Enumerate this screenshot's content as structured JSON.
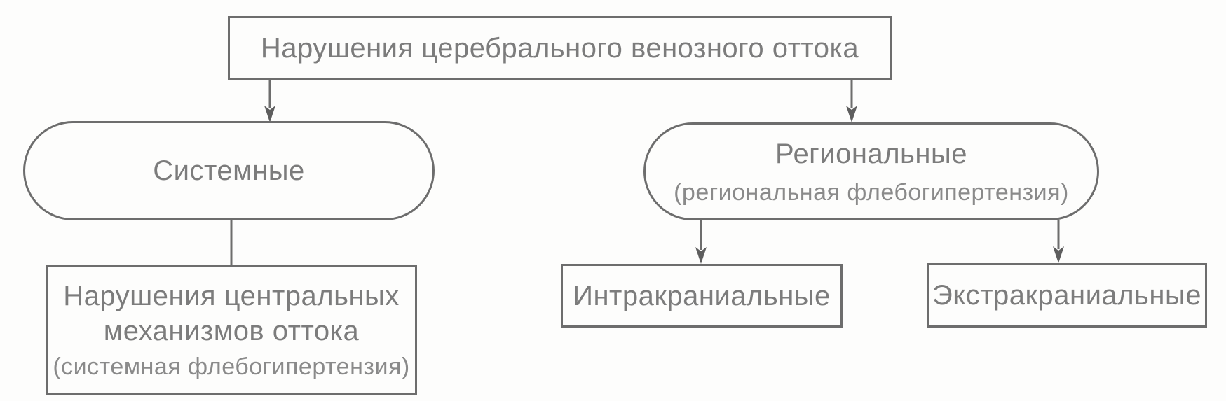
{
  "diagram": {
    "title_node": {
      "label": "Нарушения церебрального венозного оттока"
    },
    "systemic": {
      "label": "Системные"
    },
    "regional": {
      "label": "Региональные",
      "note": "(региональная флебогипертензия)"
    },
    "central": {
      "lines": [
        "Нарушения центральных",
        "механизмов оттока"
      ],
      "note": "(системная флебогипертензия)"
    },
    "intracranial": {
      "label": "Интракраниальные"
    },
    "extracranial": {
      "label": "Экстракраниальные"
    }
  },
  "palette": {
    "bg": "#fdfdfc",
    "border": "#6d6d6d",
    "text": "#7c7c7c",
    "subtext": "#8a8a8a",
    "connector": "#6d6d6d",
    "arrowhead": "#5e5e5e"
  }
}
